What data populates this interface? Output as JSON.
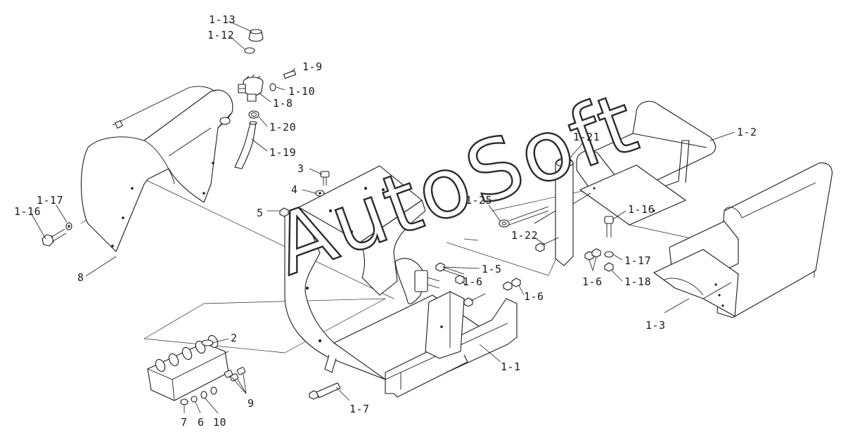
{
  "diagram": {
    "callouts": [
      {
        "id": "c-1-13",
        "text": "1-13"
      },
      {
        "id": "c-1-12",
        "text": "1-12"
      },
      {
        "id": "c-1-9",
        "text": "1-9"
      },
      {
        "id": "c-1-10",
        "text": "1-10"
      },
      {
        "id": "c-1-8",
        "text": "1-8"
      },
      {
        "id": "c-1-20",
        "text": "1-20"
      },
      {
        "id": "c-1-19",
        "text": "1-19"
      },
      {
        "id": "c-3",
        "text": "3"
      },
      {
        "id": "c-4",
        "text": "4"
      },
      {
        "id": "c-5",
        "text": "5"
      },
      {
        "id": "c-1-17-left",
        "text": "1-17"
      },
      {
        "id": "c-1-16-left",
        "text": "1-16"
      },
      {
        "id": "c-8",
        "text": "8"
      },
      {
        "id": "c-1-21",
        "text": "1-21"
      },
      {
        "id": "c-1-2",
        "text": "1-2"
      },
      {
        "id": "c-1-25",
        "text": "1-25"
      },
      {
        "id": "c-1-16-right",
        "text": "1-16"
      },
      {
        "id": "c-1-22",
        "text": "1-22"
      },
      {
        "id": "c-1-17-right",
        "text": "1-17"
      },
      {
        "id": "c-1-18",
        "text": "1-18"
      },
      {
        "id": "c-1-6-right",
        "text": "1-6"
      },
      {
        "id": "c-1-5",
        "text": "1-5"
      },
      {
        "id": "c-1-6-mid",
        "text": "1-6"
      },
      {
        "id": "c-1-6-far",
        "text": "1-6"
      },
      {
        "id": "c-1-3",
        "text": "1-3"
      },
      {
        "id": "c-2",
        "text": "2"
      },
      {
        "id": "c-1-1",
        "text": "1-1"
      },
      {
        "id": "c-9",
        "text": "9"
      },
      {
        "id": "c-1-7",
        "text": "1-7"
      },
      {
        "id": "c-7",
        "text": "7"
      },
      {
        "id": "c-6",
        "text": "6"
      },
      {
        "id": "c-10",
        "text": "10"
      }
    ]
  },
  "watermark": {
    "text": "AutoSoft"
  }
}
